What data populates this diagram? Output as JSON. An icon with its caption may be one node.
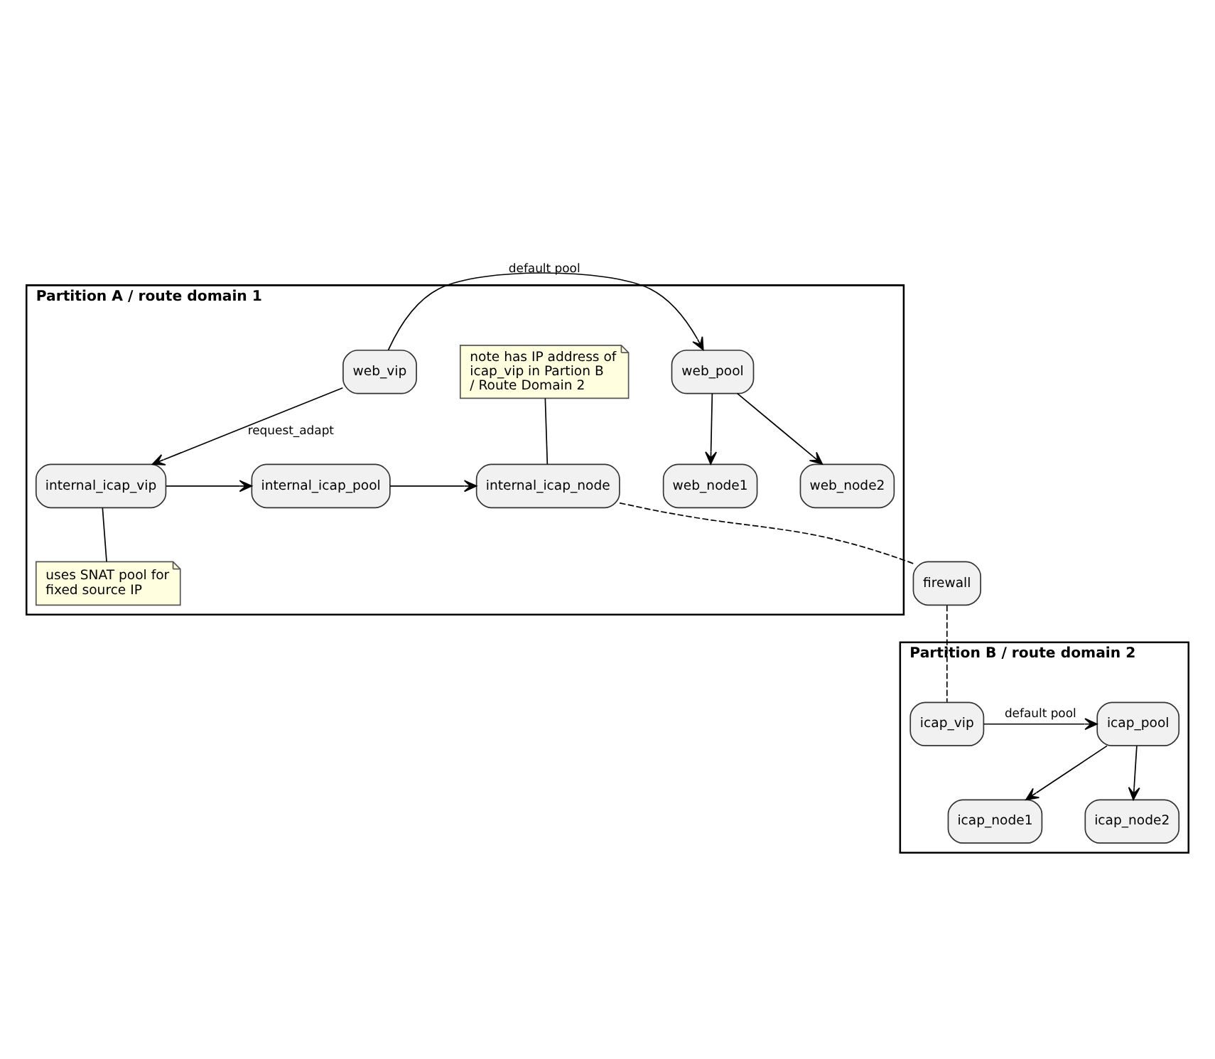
{
  "diagram": {
    "nodes": [
      {
        "text": [
          "Partition A / route domain 1"
        ]
      },
      {
        "text": [
          "web_vip"
        ],
        "in": 0
      },
      {
        "text": [
          "web_pool"
        ],
        "in": 0
      },
      {
        "text": [
          "web_node1"
        ],
        "in": 0
      },
      {
        "text": [
          "web_node2"
        ],
        "in": 0
      },
      {
        "text": [
          "note has IP address of icap_vip in Partion B / Route Domain 2"
        ],
        "in": 0
      },
      {
        "text": [
          "internal_icap_vip"
        ],
        "in": 0
      },
      {
        "text": [
          "internal_icap_pool"
        ],
        "in": 0
      },
      {
        "text": [
          "internal_icap_node"
        ],
        "in": 0
      },
      {
        "text": [
          "uses SNAT pool for fixed source IP"
        ],
        "in": 0
      },
      {
        "text": [
          "firewall"
        ]
      },
      {
        "text": [
          "Partition B / route domain 2"
        ]
      },
      {
        "text": [
          "icap_vip"
        ],
        "in": 11
      },
      {
        "text": [
          "icap_pool"
        ],
        "in": 11
      },
      {
        "text": [
          "icap_node1"
        ],
        "in": 11
      },
      {
        "text": [
          "icap_node2"
        ],
        "in": 11
      }
    ],
    "edges": [
      {
        "from": 1,
        "to": 2,
        "arrow": "to",
        "label": "default pool"
      },
      {
        "from": 2,
        "to": 3,
        "arrow": "to"
      },
      {
        "from": 2,
        "to": 4,
        "arrow": "to"
      },
      {
        "from": 1,
        "to": 6,
        "arrow": "to",
        "label": "request_adapt"
      },
      {
        "from": 6,
        "to": 7,
        "arrow": "to"
      },
      {
        "from": 7,
        "to": 8,
        "arrow": "to"
      },
      {
        "from": 5,
        "to": 8,
        "arrow": "none"
      },
      {
        "from": 6,
        "to": 9,
        "arrow": "none"
      },
      {
        "from": 8,
        "to": 10,
        "arrow": "none",
        "style": "dashed"
      },
      {
        "from": 10,
        "to": 12,
        "arrow": "none",
        "style": "dashed"
      },
      {
        "from": 12,
        "to": 13,
        "arrow": "to",
        "label": "default pool"
      },
      {
        "from": 13,
        "to": 14,
        "arrow": "to"
      },
      {
        "from": 13,
        "to": 15,
        "arrow": "to"
      }
    ]
  }
}
